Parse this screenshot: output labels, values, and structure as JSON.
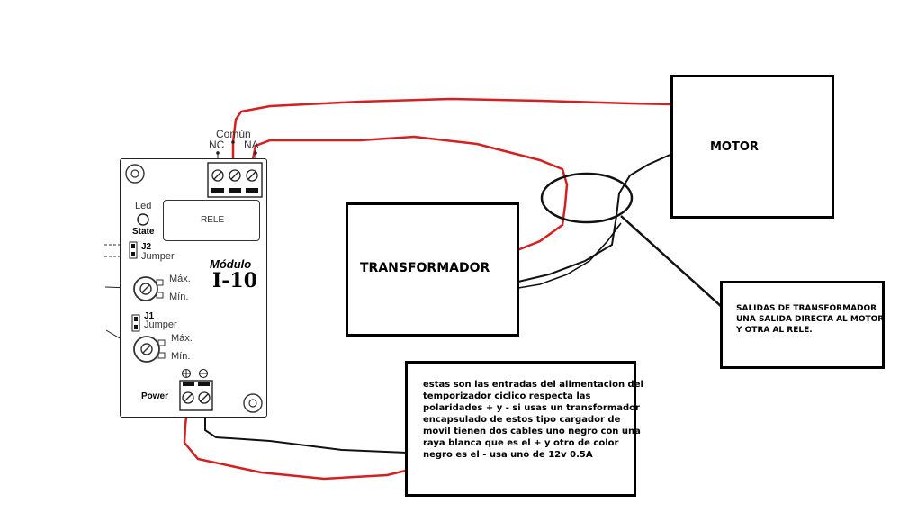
{
  "module": {
    "comun_label": "Común",
    "nc_label": "NC",
    "na_label": "NA",
    "led_label": "Led",
    "state_label": "State",
    "relay_label": "RELE",
    "j2_label": "J2",
    "jumper2_label": "Jumper",
    "max1_label": "Máx.",
    "min1_label": "Mín.",
    "j1_label": "J1",
    "jumper1_label": "Jumper",
    "max2_label": "Máx.",
    "min2_label": "Mín.",
    "power_label": "Power",
    "brand_line1": "Módulo",
    "brand_line2": "I-10"
  },
  "motor": {
    "label": "MOTOR"
  },
  "transformer": {
    "label": "TRANSFORMADOR"
  },
  "outputs_note": {
    "lines": [
      "SALIDAS DE TRANSFORMADOR",
      "UNA SALIDA DIRECTA AL MOTOR",
      "Y OTRA AL RELE."
    ]
  },
  "power_note": {
    "lines": [
      "estas son las entradas del alimentacion del",
      "temporizador ciclico respecta las",
      "polaridades + y - si usas un transformador",
      "encapsulado de estos tipo cargador de",
      "movil tienen dos cables uno negro con una",
      "raya blanca que es el + y otro de color",
      "negro es el -  usa uno de 12v 0.5A"
    ]
  },
  "colors": {
    "red_wire": "#d42020",
    "black_wire": "#111111"
  }
}
